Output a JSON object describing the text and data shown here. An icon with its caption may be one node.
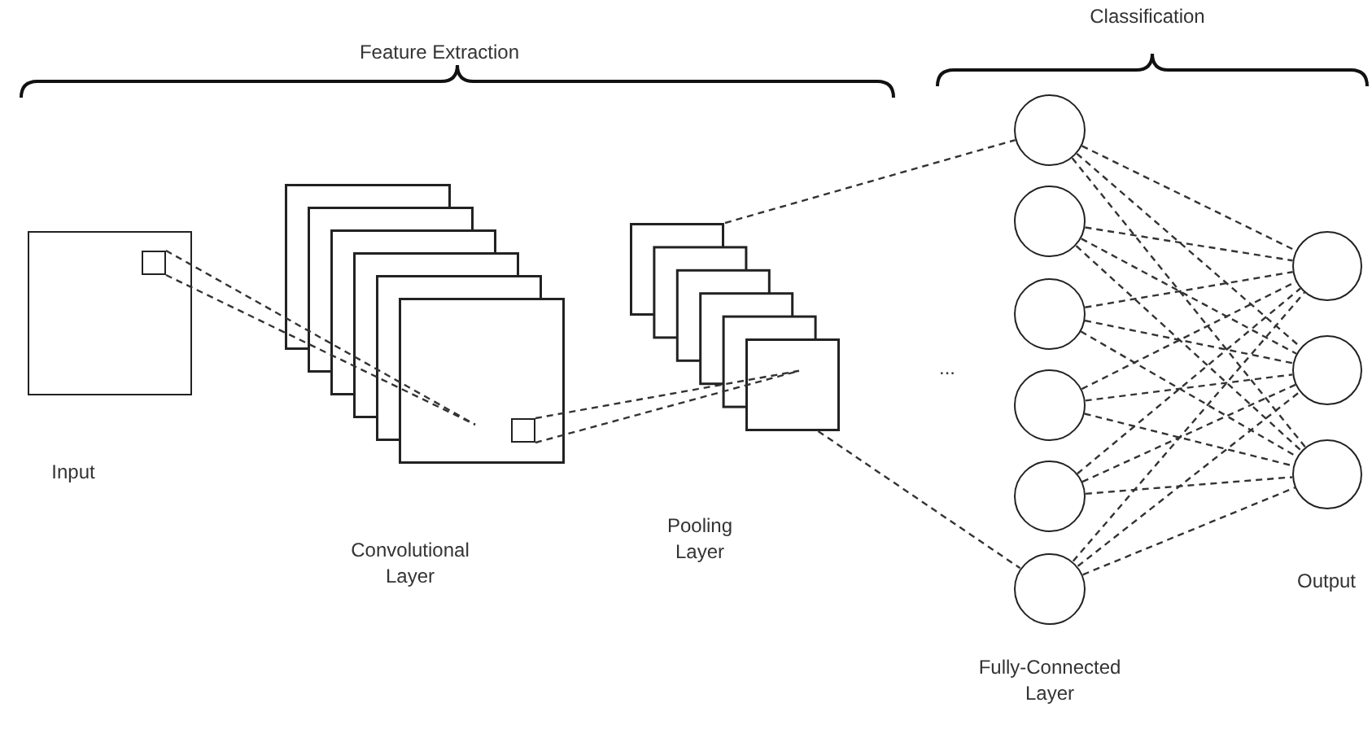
{
  "diagram": {
    "nodes": [
      {
        "text": [],
        "shape": "box",
        "beside": [
          "Input"
        ]
      },
      {
        "text": [],
        "shape": "box",
        "in": 0
      },
      {
        "text": [],
        "shape": "picture"
      },
      {
        "text": [],
        "shape": "box",
        "in": 2
      },
      {
        "text": [],
        "shape": "picture"
      },
      {
        "text": [],
        "shape": "circle"
      },
      {
        "text": [],
        "shape": "circle"
      },
      {
        "text": [],
        "shape": "circle"
      },
      {
        "text": [],
        "shape": "circle"
      },
      {
        "text": [],
        "shape": "circle"
      },
      {
        "text": [],
        "shape": "circle",
        "beside": [
          "Fully-Connected Layer"
        ]
      },
      {
        "text": [],
        "shape": "circle"
      },
      {
        "text": [],
        "shape": "circle"
      },
      {
        "text": [],
        "shape": "circle",
        "beside": [
          "Output"
        ]
      }
    ],
    "edges": [
      {
        "from": 1,
        "to": 2,
        "arrow": "none",
        "style": "dashed"
      },
      {
        "from": 1,
        "to": 2,
        "arrow": "none",
        "style": "dashed"
      },
      {
        "from": 3,
        "to": 4,
        "arrow": "none",
        "style": "dashed"
      },
      {
        "from": 3,
        "to": 4,
        "arrow": "none",
        "style": "dashed"
      },
      {
        "from": 4,
        "to": 5,
        "arrow": "none",
        "style": "dashed"
      },
      {
        "from": 4,
        "to": 10,
        "arrow": "none",
        "style": "dashed"
      },
      {
        "from": 5,
        "to": 11,
        "arrow": "none",
        "style": "dashed"
      },
      {
        "from": 5,
        "to": 12,
        "arrow": "none",
        "style": "dashed"
      },
      {
        "from": 5,
        "to": 13,
        "arrow": "none",
        "style": "dashed"
      },
      {
        "from": 6,
        "to": 11,
        "arrow": "none",
        "style": "dashed"
      },
      {
        "from": 6,
        "to": 12,
        "arrow": "none",
        "style": "dashed"
      },
      {
        "from": 6,
        "to": 13,
        "arrow": "none",
        "style": "dashed"
      },
      {
        "from": 7,
        "to": 11,
        "arrow": "none",
        "style": "dashed"
      },
      {
        "from": 7,
        "to": 12,
        "arrow": "none",
        "style": "dashed"
      },
      {
        "from": 7,
        "to": 13,
        "arrow": "none",
        "style": "dashed"
      },
      {
        "from": 8,
        "to": 11,
        "arrow": "none",
        "style": "dashed"
      },
      {
        "from": 8,
        "to": 12,
        "arrow": "none",
        "style": "dashed"
      },
      {
        "from": 8,
        "to": 13,
        "arrow": "none",
        "style": "dashed"
      },
      {
        "from": 9,
        "to": 11,
        "arrow": "none",
        "style": "dashed"
      },
      {
        "from": 9,
        "to": 12,
        "arrow": "none",
        "style": "dashed"
      },
      {
        "from": 9,
        "to": 13,
        "arrow": "none",
        "style": "dashed"
      },
      {
        "from": 10,
        "to": 11,
        "arrow": "none",
        "style": "dashed"
      },
      {
        "from": 10,
        "to": 12,
        "arrow": "none",
        "style": "dashed"
      },
      {
        "from": 10,
        "to": 13,
        "arrow": "none",
        "style": "dashed"
      }
    ],
    "labels": [
      "Classification",
      "Feature Extraction",
      "...",
      "Convolutional Layer",
      "Pooling Layer"
    ]
  }
}
